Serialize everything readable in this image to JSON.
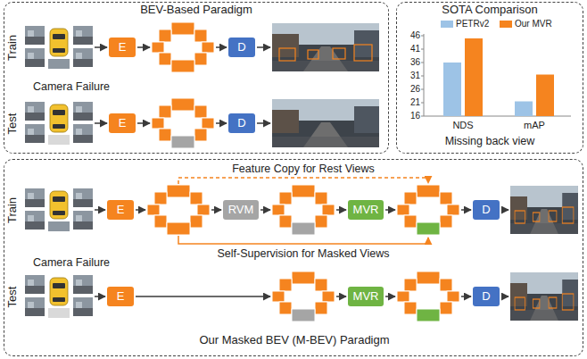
{
  "diagram": {
    "nodes": [
      {
        "text": [
          "BEV-Based Paradigm"
        ]
      },
      {
        "text": [
          "E"
        ],
        "in": 0
      },
      {
        "text": [
          "D"
        ],
        "in": 0
      },
      {
        "text": [
          "E"
        ],
        "in": 0
      },
      {
        "text": [
          "D"
        ],
        "in": 0
      },
      {
        "text": [
          "SOTA Comparison"
        ]
      },
      {
        "text": [
          "Our Masked BEV (M-BEV) Paradigm"
        ]
      },
      {
        "text": [
          "E"
        ],
        "in": 6
      },
      {
        "text": [
          "RVM"
        ],
        "in": 6
      },
      {
        "text": [
          "MVR"
        ],
        "in": 6
      },
      {
        "text": [
          "D"
        ],
        "in": 6
      },
      {
        "text": [
          "E"
        ],
        "in": 6
      },
      {
        "text": [
          "MVR"
        ],
        "in": 6
      },
      {
        "text": [
          "D"
        ],
        "in": 6
      }
    ],
    "labels": [
      "Train",
      "Camera Failure",
      "Test",
      "46",
      "41",
      "36",
      "31",
      "26",
      "21",
      "16",
      "NDS",
      "mAP",
      "Missing back view",
      "Feature Copy for Rest Views",
      "Train",
      "Self-Supervision for Masked Views",
      "Camera Failure",
      "Test"
    ],
    "legend": [
      {
        "text": "PETRv2",
        "color": "#9dc3e6"
      },
      {
        "text": "Our MVR",
        "color": "#f5841f"
      }
    ]
  }
}
